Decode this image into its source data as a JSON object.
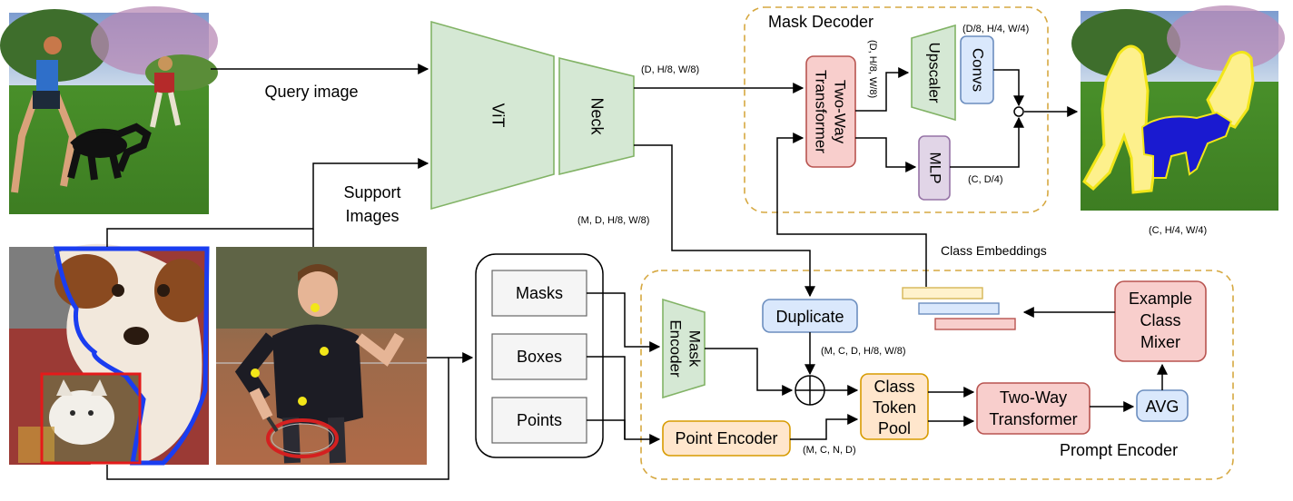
{
  "labels": {
    "query_image": "Query image",
    "support_line1": "Support",
    "support_line2": "Images",
    "vit": "ViT",
    "neck": "Neck",
    "mask_decoder": "Mask Decoder",
    "prompt_encoder": "Prompt Encoder",
    "two_way_line1": "Two-Way",
    "two_way_line2": "Transformer",
    "upscaler": "Upscaler",
    "convs": "Convs",
    "mlp": "MLP",
    "masks": "Masks",
    "boxes": "Boxes",
    "points": "Points",
    "mask_encoder_line1": "Mask",
    "mask_encoder_line2": "Encoder",
    "duplicate": "Duplicate",
    "point_encoder": "Point Encoder",
    "class_token_line1": "Class",
    "class_token_line2": "Token",
    "class_token_line3": "Pool",
    "two_way_prompt_line1": "Two-Way",
    "two_way_prompt_line2": "Transformer",
    "avg": "AVG",
    "example_mixer_line1": "Example",
    "example_mixer_line2": "Class",
    "example_mixer_line3": "Mixer",
    "class_embeddings": "Class Embeddings"
  },
  "dims": {
    "neck_out": "(D, H/8, W/8)",
    "neck_support_out": "(M, D, H/8, W/8)",
    "transformer_to_upscaler": "(D, H/8, W/8)",
    "convs_out": "(D/8, H/4, W/4)",
    "mlp_out": "(C, D/4)",
    "final_out": "(C, H/4, W/4)",
    "duplicate_out": "(M, C, D, H/8, W/8)",
    "point_enc_out": "(M, C, N, D)"
  },
  "colors": {
    "green_fill": "#d5e8d4",
    "green_stroke": "#82b366",
    "red_fill": "#f8cecc",
    "red_stroke": "#b85450",
    "blue_fill": "#dae8fc",
    "blue_stroke": "#6c8ebf",
    "purple_fill": "#e1d5e7",
    "purple_stroke": "#9673a6",
    "orange_fill": "#ffe6cc",
    "orange_stroke": "#d79b00",
    "yellow_fill": "#fff2cc",
    "yellow_stroke": "#d6b656",
    "gray_fill": "#f5f5f5",
    "gray_stroke": "#666666",
    "group_border": "#d6a840",
    "group_title": "#c8961e"
  }
}
